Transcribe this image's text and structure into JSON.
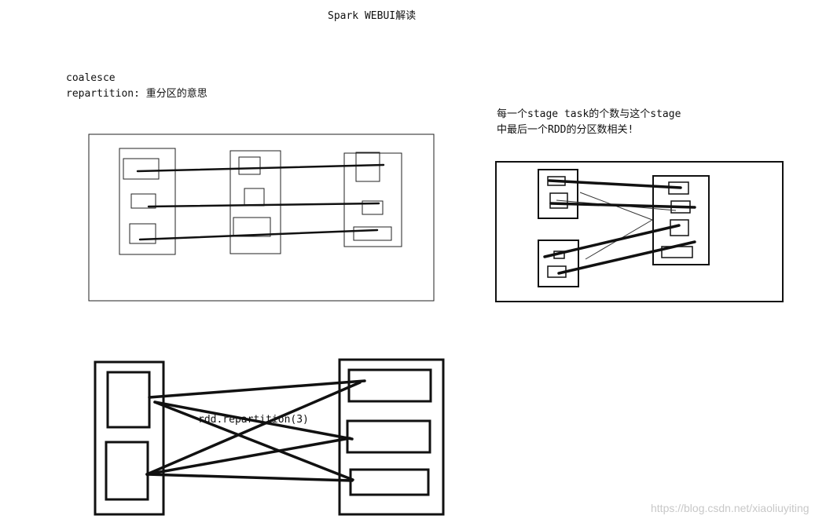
{
  "page": {
    "title": "Spark WEBUI解读",
    "coalesce_label": "coalesce",
    "repartition_definition": "repartition: 重分区的意思",
    "stage_note_line1": "每一个stage task的个数与这个stage",
    "stage_note_line2": "中最后一个RDD的分区数相关!",
    "rdd_call_label": "rdd.repartition(3)",
    "watermark": "https://blog.csdn.net/xiaoliuyiting"
  },
  "colors": {
    "ink": "#111111",
    "background": "#ffffff",
    "watermark": "#c8c8c8"
  }
}
